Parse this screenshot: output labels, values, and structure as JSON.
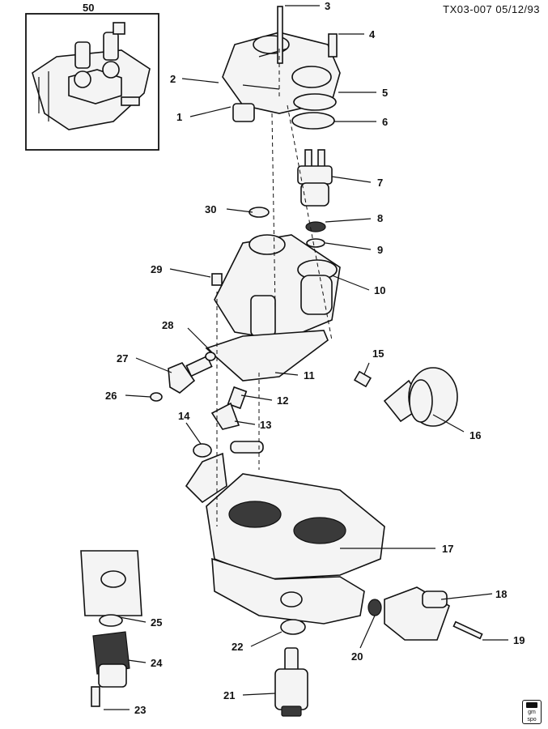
{
  "header": {
    "doc_code": "TX03-007",
    "date": "05/12/93"
  },
  "inset_label": "50",
  "callouts": [
    "1",
    "2",
    "3",
    "4",
    "5",
    "6",
    "7",
    "8",
    "9",
    "10",
    "11",
    "12",
    "13",
    "14",
    "15",
    "16",
    "17",
    "18",
    "19",
    "20",
    "21",
    "22",
    "23",
    "24",
    "25",
    "26",
    "27",
    "28",
    "29",
    "30"
  ],
  "logo": {
    "line1": "gm",
    "line2": "spo"
  }
}
